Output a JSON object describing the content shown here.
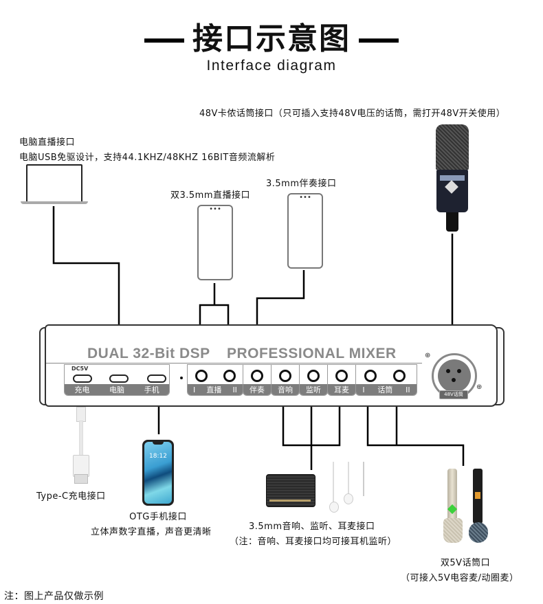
{
  "header": {
    "title": "接口示意图",
    "subtitle": "Interface diagram"
  },
  "callouts": {
    "computer": {
      "title": "电脑直播接口",
      "detail": "电脑USB免驱设计，支持44.1KHZ/48KHZ 16BIT音频流解析"
    },
    "dual_live": {
      "title": "双3.5mm直播接口"
    },
    "accompaniment": {
      "title": "3.5mm伴奏接口"
    },
    "condenser_mic": {
      "title": "48V卡侬话筒接口（只可插入支持48V电压的话筒，需打开48V开关使用）"
    },
    "charging": {
      "title": "Type-C充电接口"
    },
    "otg_phone": {
      "title": "OTG手机接口",
      "detail": "立体声数字直播，声音更清晰",
      "phone_time": "18:12"
    },
    "audio_out": {
      "title": "3.5mm音响、监听、耳麦接口",
      "detail": "（注：音响、耳麦接口均可接耳机监听）"
    },
    "dual_mic": {
      "title": "双5V话筒口",
      "detail": "（可接入5V电容麦/动圈麦）"
    }
  },
  "mixer": {
    "brand_left": "DUAL 32-Bit DSP",
    "brand_right": "PROFESSIONAL MIXER",
    "dc_label": "DC5V",
    "usb_ports": [
      "充电",
      "电脑",
      "手机"
    ],
    "live_group": {
      "left": "I",
      "label": "直播",
      "right": "II"
    },
    "accompaniment": "伴奏",
    "speaker": "音响",
    "monitor": "监听",
    "headset": "耳麦",
    "mic_group": {
      "left": "I",
      "label": "话筒",
      "right": "II"
    },
    "xlr_badge": "48V话筒"
  },
  "footer": {
    "note": "注：图上产品仅做示例"
  }
}
